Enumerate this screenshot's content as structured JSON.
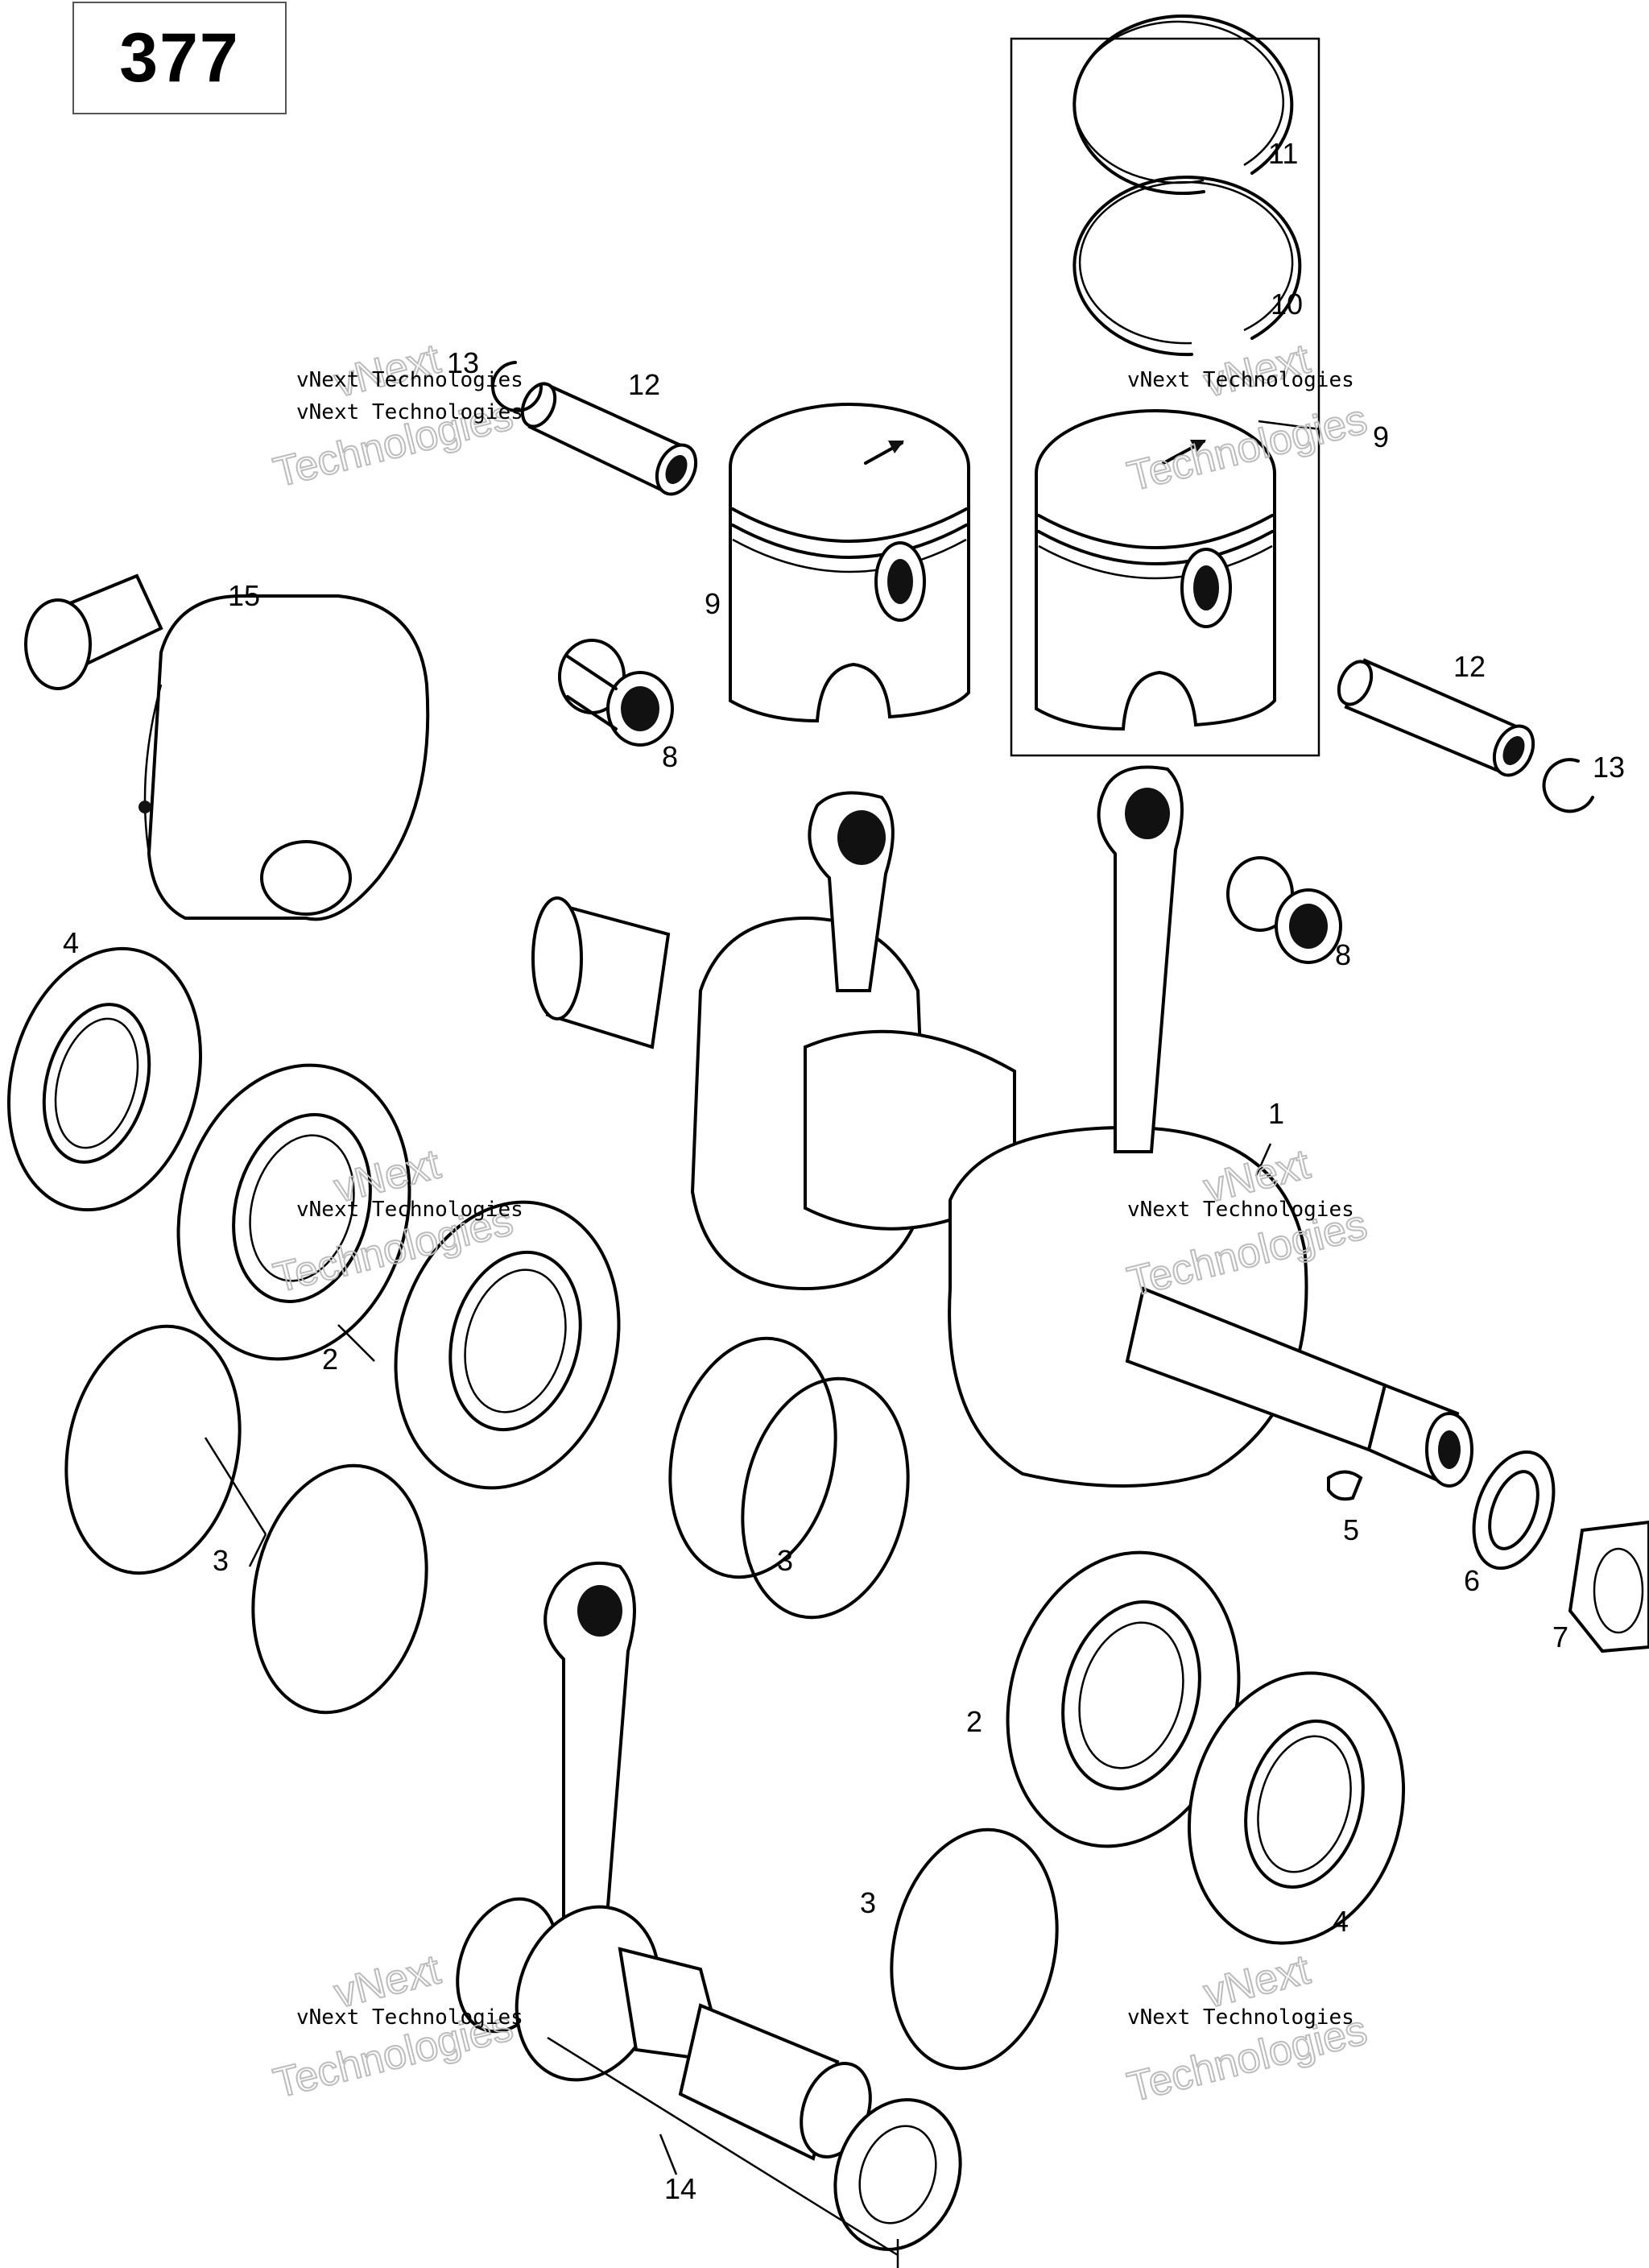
{
  "diagram": {
    "page_number": "377",
    "callouts": [
      {
        "id": "c1",
        "text": "1"
      },
      {
        "id": "c2a",
        "text": "2"
      },
      {
        "id": "c2b",
        "text": "2"
      },
      {
        "id": "c3a",
        "text": "3"
      },
      {
        "id": "c3b",
        "text": "3"
      },
      {
        "id": "c3c",
        "text": "3"
      },
      {
        "id": "c4a",
        "text": "4"
      },
      {
        "id": "c4b",
        "text": "4"
      },
      {
        "id": "c5",
        "text": "5"
      },
      {
        "id": "c6",
        "text": "6"
      },
      {
        "id": "c7",
        "text": "7"
      },
      {
        "id": "c8a",
        "text": "8"
      },
      {
        "id": "c8b",
        "text": "8"
      },
      {
        "id": "c9a",
        "text": "9"
      },
      {
        "id": "c9b",
        "text": "9"
      },
      {
        "id": "c10",
        "text": "10"
      },
      {
        "id": "c11",
        "text": "11"
      },
      {
        "id": "c12a",
        "text": "12"
      },
      {
        "id": "c12b",
        "text": "12"
      },
      {
        "id": "c13a",
        "text": "13"
      },
      {
        "id": "c13b",
        "text": "13"
      },
      {
        "id": "c14",
        "text": "14"
      },
      {
        "id": "c15",
        "text": "15"
      }
    ],
    "watermark": {
      "small_text": "vNext Technologies",
      "big_line1": "vNext",
      "big_line2": "Technologies"
    }
  }
}
